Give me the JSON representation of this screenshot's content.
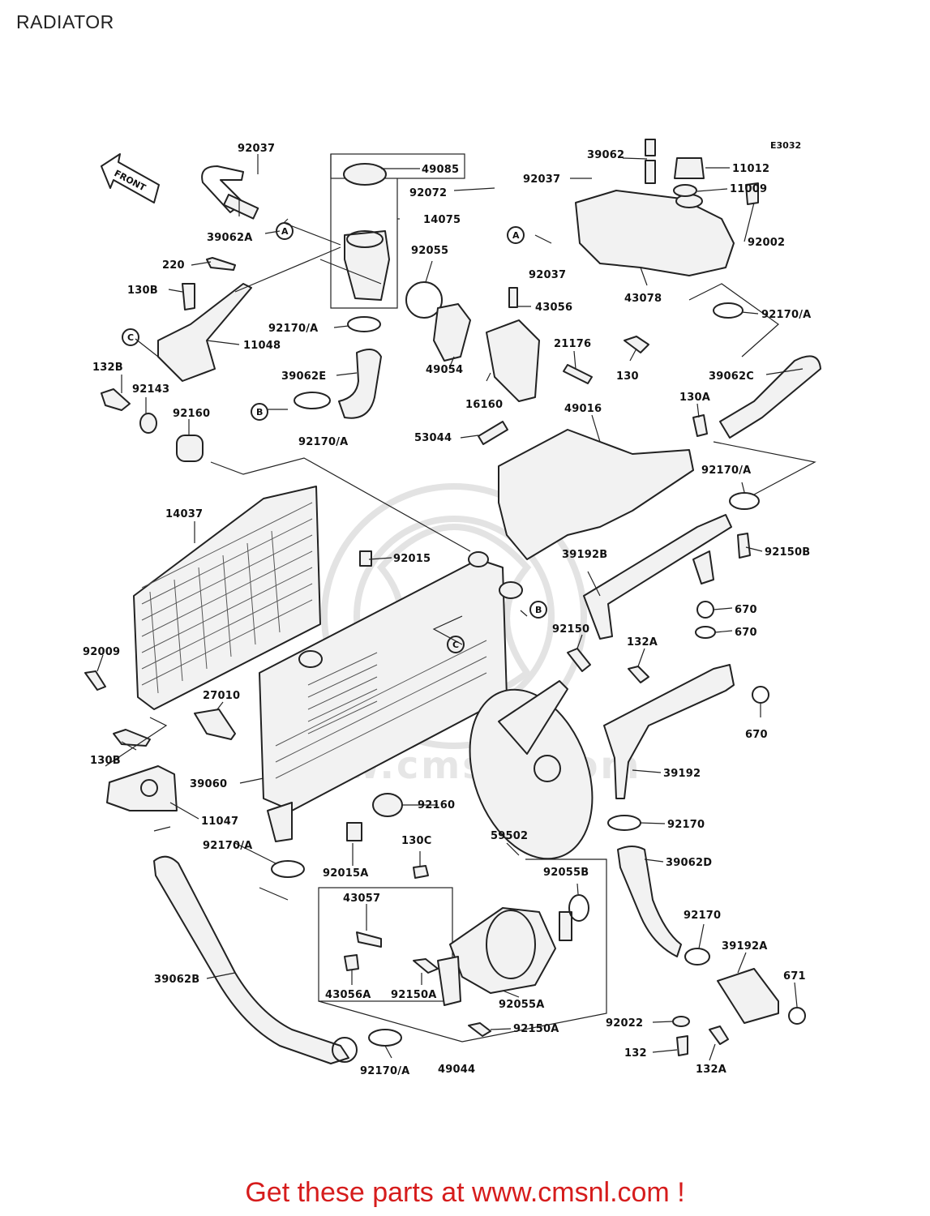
{
  "page": {
    "title": "RADIATOR"
  },
  "diagram": {
    "code": "E3032",
    "front_label": "FRONT",
    "watermark": "www.cmsnl.com",
    "refs": {
      "a": "A",
      "b": "B",
      "c": "C"
    },
    "callouts": [
      "92037",
      "49085",
      "92072",
      "14075",
      "39062A",
      "220",
      "130B",
      "11048",
      "92170/A",
      "39062E",
      "92170/A",
      "132B",
      "92143",
      "92160",
      "14037",
      "92009",
      "27010",
      "130B",
      "39060",
      "11047",
      "92170/A",
      "92015A",
      "39062B",
      "92015",
      "92055",
      "49054",
      "16160",
      "53044",
      "49016",
      "39062",
      "92037",
      "11012",
      "11009",
      "92002",
      "43078",
      "92037",
      "43056",
      "21176",
      "130",
      "92170/A",
      "39062C",
      "130A",
      "92170/A",
      "92150B",
      "39192B",
      "670",
      "670",
      "92150",
      "132A",
      "670",
      "39192",
      "92160",
      "92170",
      "59502",
      "130C",
      "92055B",
      "39062D",
      "43057",
      "43056A",
      "92150A",
      "92055A",
      "92150A",
      "49044",
      "92170/A",
      "92170",
      "39192A",
      "671",
      "92022",
      "132",
      "132A"
    ]
  },
  "banner": "Get these parts at www.cmsnl.com !",
  "colors": {
    "banner": "#d61c1c",
    "line": "#222222",
    "watermark": "#e3e3e3"
  }
}
